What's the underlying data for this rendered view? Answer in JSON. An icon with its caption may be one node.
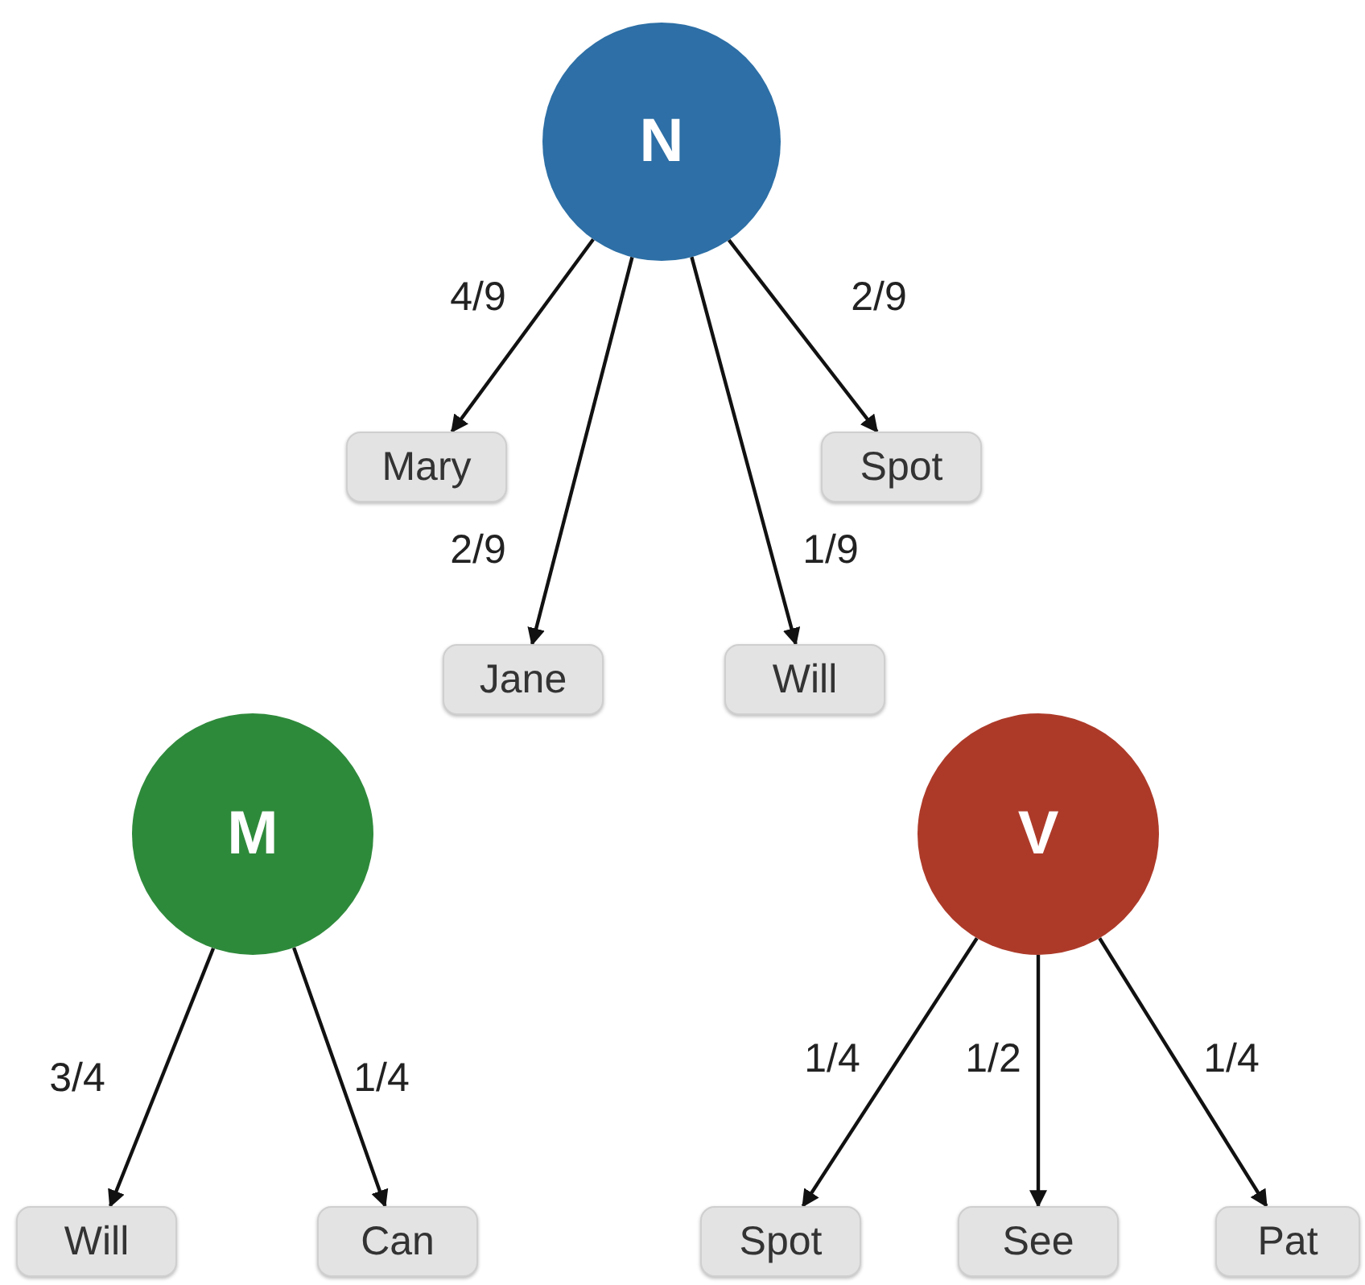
{
  "diagram": {
    "nodes": [
      {
        "text": [
          "N"
        ]
      },
      {
        "text": [
          "Mary"
        ]
      },
      {
        "text": [
          "Spot"
        ]
      },
      {
        "text": [
          "Jane"
        ]
      },
      {
        "text": [
          "Will"
        ]
      },
      {
        "text": [
          "M"
        ]
      },
      {
        "text": [
          "V"
        ]
      },
      {
        "text": [
          "Will"
        ]
      },
      {
        "text": [
          "Can"
        ]
      },
      {
        "text": [
          "Spot"
        ]
      },
      {
        "text": [
          "See"
        ]
      },
      {
        "text": [
          "Pat"
        ]
      }
    ],
    "edges": [
      {
        "from": 0,
        "to": 1,
        "arrow": "to",
        "label": "4/9"
      },
      {
        "from": 0,
        "to": 3,
        "arrow": "to",
        "label": "2/9"
      },
      {
        "from": 0,
        "to": 4,
        "arrow": "to",
        "label": "1/9"
      },
      {
        "from": 0,
        "to": 2,
        "arrow": "to",
        "label": "2/9"
      },
      {
        "from": 5,
        "to": 7,
        "arrow": "to",
        "label": "3/4"
      },
      {
        "from": 5,
        "to": 8,
        "arrow": "to",
        "label": "1/4"
      },
      {
        "from": 6,
        "to": 9,
        "arrow": "to",
        "label": "1/4"
      },
      {
        "from": 6,
        "to": 10,
        "arrow": "to",
        "label": "1/2"
      },
      {
        "from": 6,
        "to": 11,
        "arrow": "to",
        "label": "1/4"
      }
    ]
  }
}
